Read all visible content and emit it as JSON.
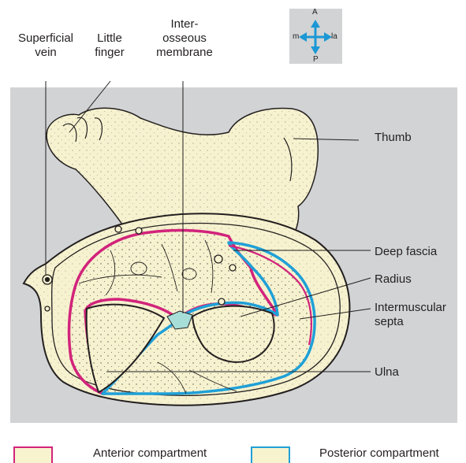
{
  "colors": {
    "tissue": "#f6f2cf",
    "panel": "#d1d3d4",
    "anterior_outline": "#d2237b",
    "posterior_outline": "#1fa0d7",
    "compass_arrow": "#1b98d5",
    "septum_fill": "#a8ded8"
  },
  "compass": {
    "anterior": "A",
    "posterior": "P",
    "medial": "m",
    "lateral": "la"
  },
  "labels": {
    "superficial_vein": [
      "Superficial",
      "vein"
    ],
    "little_finger": [
      "Little",
      "finger"
    ],
    "interosseous_membrane": [
      "Inter-",
      "osseous",
      "membrane"
    ],
    "thumb": "Thumb",
    "deep_fascia": "Deep fascia",
    "radius": "Radius",
    "intermuscular_septa": [
      "Intermuscular",
      "septa"
    ],
    "ulna": "Ulna"
  },
  "legend": [
    {
      "label": "Anterior compartment",
      "color": "#d2237b"
    },
    {
      "label": "Posterior compartment",
      "color": "#1fa0d7"
    }
  ]
}
